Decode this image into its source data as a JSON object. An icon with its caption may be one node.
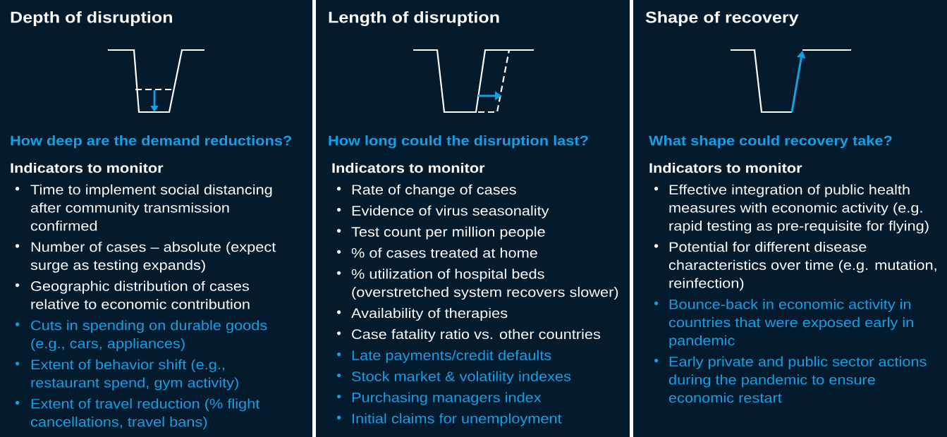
{
  "diagram": {
    "nodes": [
      {
        "text": [
          "Depth of disruption",
          "How deep are the demand reductions?",
          "Indicators to monitor",
          "Time to implement social distancing after community transmission confirmed",
          "Number of cases – absolute (expect surge as testing expands)",
          "Geographic distribution of cases relative to economic contribution",
          "Cuts in spending on durable goods (e.g., cars, appliances)",
          "Extent of behavior shift (e.g., restaurant spend, gym activity)",
          "Extent of travel reduction (% flight cancellations, travel bans)"
        ]
      },
      {
        "text": [
          "Length of disruption",
          "How long could the disruption last?",
          "Indicators to monitor",
          "Rate of change of cases",
          "Evidence of virus seasonality",
          "Test count per million people",
          "% of cases treated at home",
          "% utilization of hospital beds (overstretched system recovers slower)",
          "Availability of therapies",
          "Case fatality ratio vs. other countries",
          "Late payments/credit defaults",
          "Stock market & volatility indexes",
          "Purchasing managers index",
          "Initial claims for unemployment"
        ]
      },
      {
        "text": [
          "Shape of recovery",
          "What shape could recovery take?",
          "Indicators to monitor",
          "Effective integration of public health measures with economic activity (e.g. rapid testing as pre-requisite for flying)",
          "Potential for different disease characteristics over time (e.g. mutation, reinfection)",
          "Bounce-back in economic activity in countries that were exposed early in pandemic",
          "Early private and public sector actions during the pandemic to ensure economic restart"
        ]
      }
    ]
  }
}
